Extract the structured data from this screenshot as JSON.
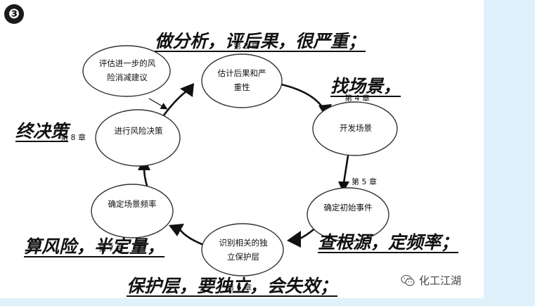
{
  "badge": "❸",
  "nodes": {
    "estimate": "估计后果和严重性",
    "develop": "开发场景",
    "initiating": "确定初始事件",
    "ipl": "识别相关的独立保护层",
    "frequency": "确定场景频率",
    "decision": "进行风险决策",
    "suggest": "评估进一步的风险消减建议"
  },
  "chapters": {
    "ch3": "第 3 章",
    "ch4": "第 4 章",
    "ch5": "第 5 章",
    "ch6": "第 6 章",
    "ch7": "第 7 章",
    "ch8": "第 8 章"
  },
  "annotations": {
    "top": "做分析，评后果，很严重；",
    "scene": "找场景，",
    "decision": "终决策",
    "risk": "算风险，半定量，",
    "source": "查根源，定频率；",
    "protect": "保护层，要独立，会失效；"
  },
  "watermark": {
    "icon": "wechat-icon",
    "text": "化工江湖"
  },
  "colors": {
    "side_band": "#dff1fb",
    "ink": "#111111"
  }
}
